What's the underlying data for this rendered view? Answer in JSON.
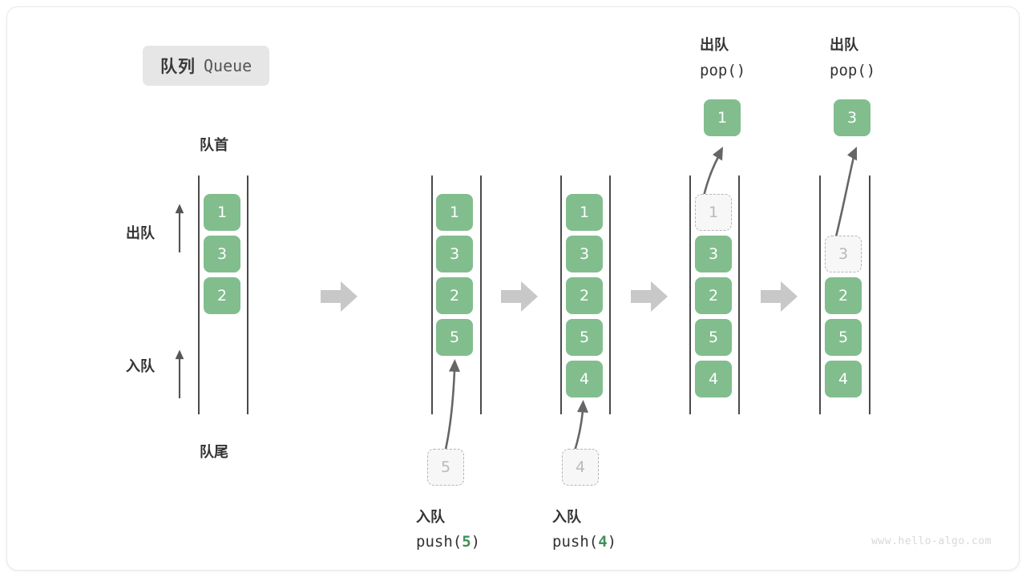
{
  "title": {
    "cn": "队列",
    "en": "Queue"
  },
  "labels": {
    "front": "队首",
    "rear": "队尾",
    "dequeue": "出队",
    "enqueue": "入队"
  },
  "watermark": "www.hello-algo.com",
  "colors": {
    "element": "#82bd8e",
    "element_text": "#ffffff",
    "ghost_fill": "#f7f7f7",
    "ghost_border": "#b5b5b5",
    "ghost_text": "#b9b9b9",
    "rail": "#4a4a4a",
    "step_arrow": "#c8c8c8",
    "badge_bg": "#e6e6e6",
    "accent_value": "#3f9156",
    "watermark": "#d8d8d8"
  },
  "steps": [
    {
      "id": "initial",
      "queue": [
        {
          "value": "1",
          "state": "filled"
        },
        {
          "value": "3",
          "state": "filled"
        },
        {
          "value": "2",
          "state": "filled"
        }
      ],
      "op_cn": "",
      "op_code": "",
      "op_arg": "",
      "incoming": null,
      "outgoing": null
    },
    {
      "id": "push-5",
      "queue": [
        {
          "value": "1",
          "state": "filled"
        },
        {
          "value": "3",
          "state": "filled"
        },
        {
          "value": "2",
          "state": "filled"
        },
        {
          "value": "5",
          "state": "filled"
        }
      ],
      "op_cn": "入队",
      "op_code_prefix": "push(",
      "op_arg": "5",
      "op_code_suffix": ")",
      "incoming": {
        "value": "5",
        "state": "ghost"
      },
      "outgoing": null
    },
    {
      "id": "push-4",
      "queue": [
        {
          "value": "1",
          "state": "filled"
        },
        {
          "value": "3",
          "state": "filled"
        },
        {
          "value": "2",
          "state": "filled"
        },
        {
          "value": "5",
          "state": "filled"
        },
        {
          "value": "4",
          "state": "filled"
        }
      ],
      "op_cn": "入队",
      "op_code_prefix": "push(",
      "op_arg": "4",
      "op_code_suffix": ")",
      "incoming": {
        "value": "4",
        "state": "ghost"
      },
      "outgoing": null
    },
    {
      "id": "pop-1",
      "queue": [
        {
          "value": "1",
          "state": "ghost"
        },
        {
          "value": "3",
          "state": "filled"
        },
        {
          "value": "2",
          "state": "filled"
        },
        {
          "value": "5",
          "state": "filled"
        },
        {
          "value": "4",
          "state": "filled"
        }
      ],
      "op_cn": "出队",
      "op_code": "pop()",
      "outgoing": {
        "value": "1",
        "state": "filled"
      },
      "incoming": null
    },
    {
      "id": "pop-3",
      "queue": [
        {
          "value": "3",
          "state": "ghost"
        },
        {
          "value": "2",
          "state": "filled"
        },
        {
          "value": "5",
          "state": "filled"
        },
        {
          "value": "4",
          "state": "filled"
        }
      ],
      "op_cn": "出队",
      "op_code": "pop()",
      "outgoing": {
        "value": "3",
        "state": "filled"
      },
      "incoming": null
    }
  ]
}
